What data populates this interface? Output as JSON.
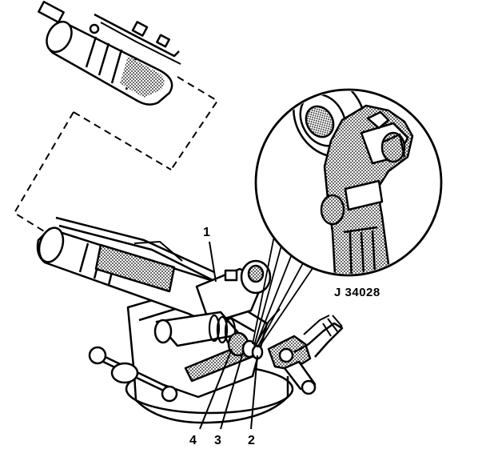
{
  "callouts": {
    "c1": "1",
    "c2": "2",
    "c3": "3",
    "c4": "4"
  },
  "tool_label": "J 34028",
  "colors": {
    "ink": "#000000",
    "paper": "#ffffff",
    "hatch": "#6e6e6e"
  }
}
